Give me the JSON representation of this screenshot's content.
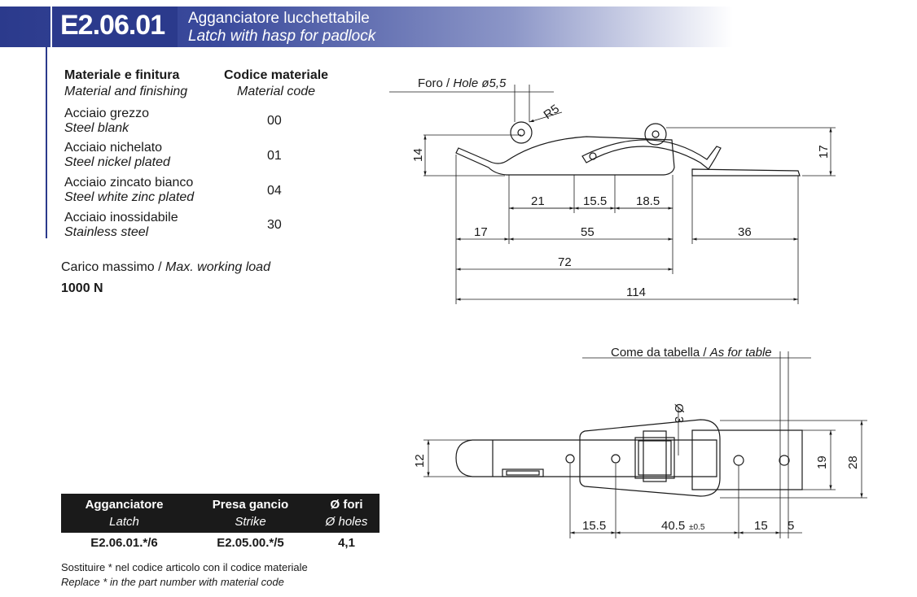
{
  "header": {
    "code": "E2.06.01",
    "title_it": "Agganciatore lucchettabile",
    "title_en": "Latch with hasp for padlock"
  },
  "materials": {
    "col1_it": "Materiale e finitura",
    "col1_en": "Material and finishing",
    "col2_it": "Codice materiale",
    "col2_en": "Material code",
    "rows": [
      {
        "it": "Acciaio grezzo",
        "en": "Steel blank",
        "code": "00"
      },
      {
        "it": "Acciaio nichelato",
        "en": "Steel nickel plated",
        "code": "01"
      },
      {
        "it": "Acciaio zincato bianco",
        "en": "Steel white zinc plated",
        "code": "04"
      },
      {
        "it": "Acciaio inossidabile",
        "en": "Stainless steel",
        "code": "30"
      }
    ]
  },
  "load": {
    "label_it": "Carico massimo / ",
    "label_en": "Max. working load",
    "value": "1000 N"
  },
  "table": {
    "headers": [
      {
        "it": "Agganciatore",
        "en": "Latch"
      },
      {
        "it": "Presa gancio",
        "en": "Strike"
      },
      {
        "it": "Ø fori",
        "en": "Ø holes"
      }
    ],
    "row": [
      "E2.06.01.*/6",
      "E2.05.00.*/5",
      "4,1"
    ]
  },
  "note": {
    "it": "Sostituire * nel codice articolo con il codice materiale",
    "en": "Replace * in the part number with material code"
  },
  "drawing": {
    "hole_label_it": "Foro / ",
    "hole_label_en": "Hole ø5,5",
    "radius": "R5",
    "dim_14": "14",
    "dim_17_h": "17",
    "dim_21": "21",
    "dim_15_5_top": "15.5",
    "dim_18_5": "18.5",
    "dim_17": "17",
    "dim_55": "55",
    "dim_36": "36",
    "dim_72": "72",
    "dim_114": "114",
    "as_table_it": "Come da tabella / ",
    "as_table_en": "As for table",
    "dia_3": "Ø 3",
    "dim_12": "12",
    "dim_19": "19",
    "dim_28": "28",
    "dim_15_5_bot": "15.5",
    "dim_40_5": "40.5",
    "tol": "±0.5",
    "dim_15": "15",
    "dim_5": "5"
  }
}
